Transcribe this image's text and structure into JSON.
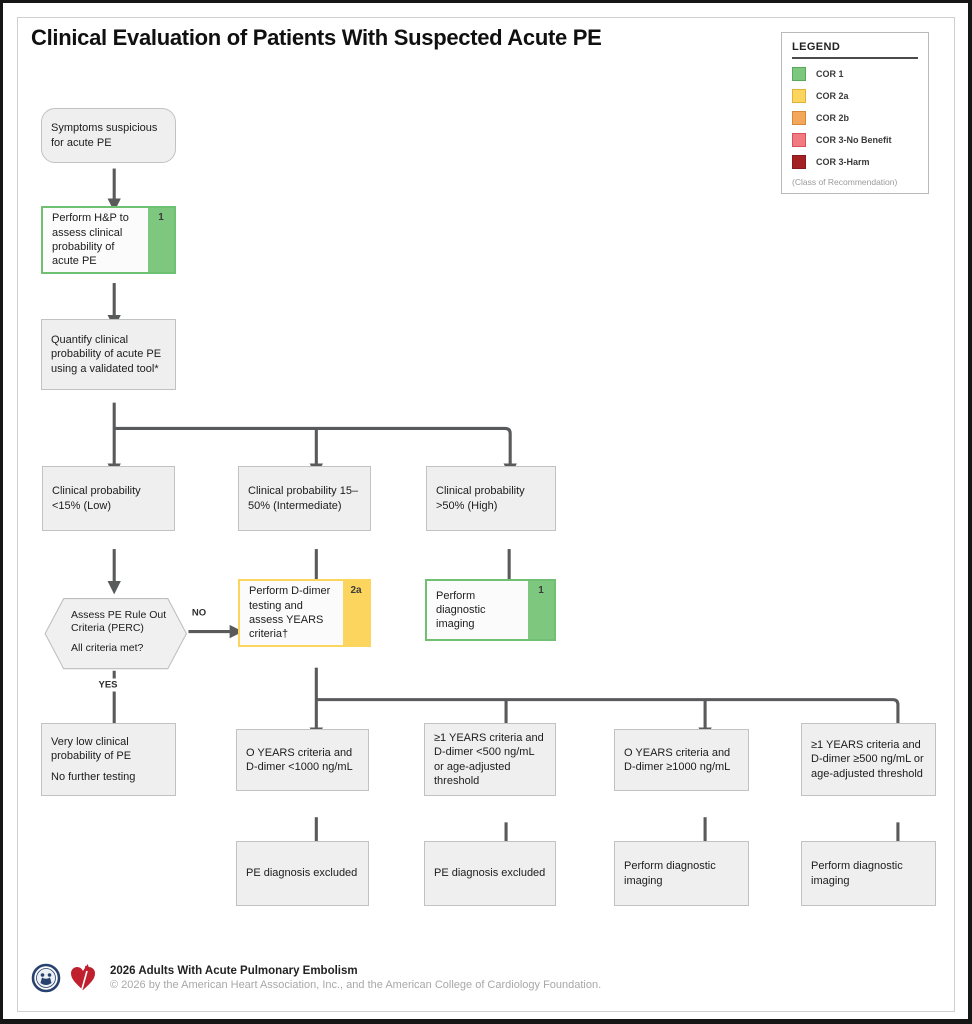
{
  "title": "Clinical Evaluation of Patients With Suspected Acute PE",
  "legend": {
    "title": "LEGEND",
    "items": [
      {
        "label": "COR 1",
        "color": "#7EC77F"
      },
      {
        "label": "COR 2a",
        "color": "#FBD55E"
      },
      {
        "label": "COR 2b",
        "color": "#F3A75B"
      },
      {
        "label": "COR 3-No Benefit",
        "color": "#F07A80"
      },
      {
        "label": "COR 3-Harm",
        "color": "#A32023"
      }
    ],
    "note": "(Class of Recommendation)"
  },
  "nodes": {
    "symptoms": "Symptoms suspicious for acute PE",
    "perform_hp": {
      "text": "Perform H&P to assess clinical probability of acute PE",
      "cor": "1"
    },
    "quantify": "Quantify clinical probability of acute PE using a validated tool*",
    "prob_low": "Clinical probability <15% (Low)",
    "prob_int": "Clinical probability 15–50% (Intermediate)",
    "prob_high": "Clinical probability >50% (High)",
    "perc": {
      "line1": "Assess PE Rule Out Criteria (PERC)",
      "line2": "All criteria met?"
    },
    "ddimer": {
      "text": "Perform D-dimer testing and assess YEARS criteria†",
      "cor": "2a"
    },
    "imaging_high": {
      "text": "Perform diagnostic imaging",
      "cor": "1"
    },
    "very_low": {
      "line1": "Very low clinical probability of PE",
      "line2": "No further testing"
    },
    "years0_low": "O YEARS criteria and D-dimer <1000 ng/mL",
    "years1_low": "≥1 YEARS criteria and D-dimer <500 ng/mL or age-adjusted threshold",
    "years0_high": "O YEARS criteria and D-dimer ≥1000 ng/mL",
    "years1_high": "≥1 YEARS criteria and D-dimer ≥500 ng/mL or age-adjusted threshold",
    "excluded1": "PE diagnosis excluded",
    "excluded2": "PE diagnosis excluded",
    "imaging2": "Perform diagnostic imaging",
    "imaging3": "Perform diagnostic imaging"
  },
  "labels": {
    "no": "NO",
    "yes": "YES"
  },
  "footer": {
    "line1": "2026 Adults With Acute Pulmonary Embolism",
    "line2": "© 2026 by the American Heart Association, Inc., and the American College of Cardiology Foundation."
  },
  "colors": {
    "cor1": "#7EC77F",
    "cor2a": "#FBD55E",
    "cor2b": "#F3A75B",
    "cor3_no_benefit": "#F07A80",
    "cor3_harm": "#A32023",
    "arrow": "#595A5C",
    "box_fill": "#EFEFEF",
    "box_border": "#C2C2C2"
  }
}
